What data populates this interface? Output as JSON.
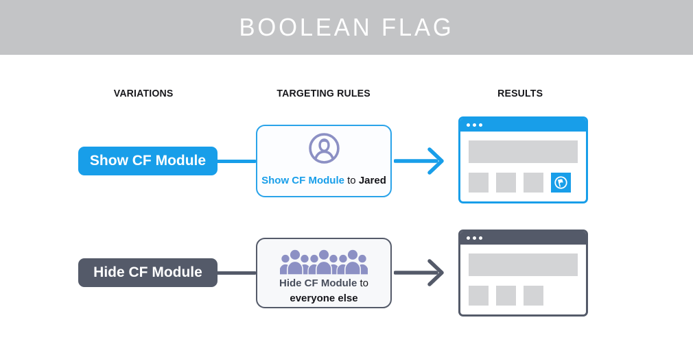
{
  "title_bar": {
    "title": "BOOLEAN FLAG"
  },
  "column_headers": {
    "variations": "VARIATIONS",
    "targeting_rules": "TARGETING RULES",
    "results": "RESULTS"
  },
  "flows": [
    {
      "variation": "Show CF Module",
      "rule": {
        "variation": "Show CF Module",
        "connector": "to",
        "audience": "Jared"
      },
      "rule_icon": "user-in-circle-icon",
      "result": {
        "cf_module_visible": true,
        "placeholder_modules": 3,
        "cf_module_icon": "flag-in-circle-icon"
      }
    },
    {
      "variation": "Hide CF Module",
      "rule": {
        "variation": "Hide CF Module",
        "connector": "to",
        "audience": "everyone else"
      },
      "rule_icon": "crowd-icon",
      "result": {
        "cf_module_visible": false,
        "placeholder_modules": 3
      }
    }
  ],
  "icons": {
    "window_controls": "three-dots",
    "arrow": "right-arrow-icon"
  },
  "colors": {
    "accent_blue": "#189EE9",
    "slate": "#545A69",
    "icon_purple": "#8C90C4",
    "placeholder_gray": "#D3D4D6",
    "header_bg": "#C3C4C6"
  }
}
